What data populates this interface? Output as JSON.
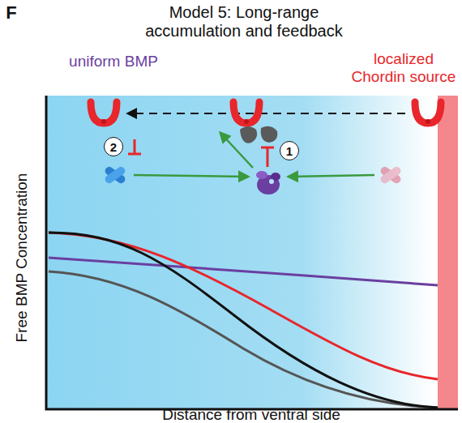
{
  "diagram": {
    "title": "Model 5: Long-range accumulation and feedback",
    "nodes": [
      {
        "text": [
          "2"
        ]
      },
      {
        "text": [
          "1"
        ]
      }
    ],
    "labels": [
      "F",
      "uniform BMP",
      "localized Chordin source",
      "Free BMP Concentration",
      "Distance from ventral side"
    ]
  }
}
